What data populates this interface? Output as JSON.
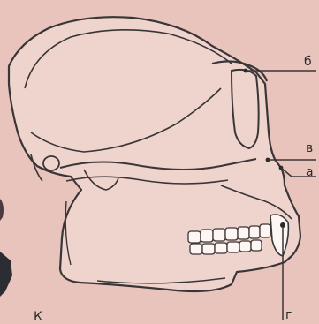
{
  "labels": {
    "b": "б",
    "v": "в",
    "a": "а",
    "g": "г",
    "partial": "К"
  },
  "colors": {
    "background": "#e8c4bd",
    "skull_fill": "#efd3cd",
    "line": "#3a3536",
    "dark_fragment": "#2b2d33"
  }
}
